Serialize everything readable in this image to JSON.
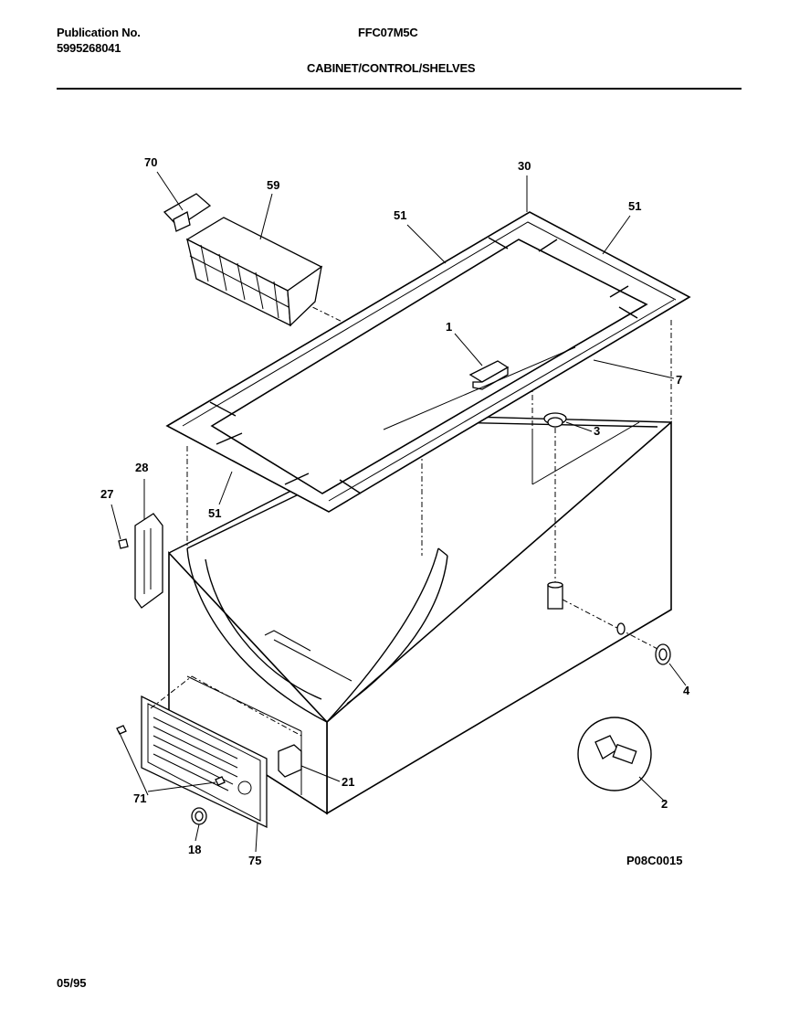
{
  "header": {
    "publication_label": "Publication No.",
    "publication_number": "5995268041",
    "model": "FFC07M5C",
    "section_title": "CABINET/CONTROL/SHELVES"
  },
  "footer": {
    "date": "05/95",
    "figure_code": "P08C0015"
  },
  "callouts": {
    "c1": "1",
    "c2": "2",
    "c3": "3",
    "c4": "4",
    "c7": "7",
    "c18": "18",
    "c21": "21",
    "c27": "27",
    "c28": "28",
    "c30": "30",
    "c51a": "51",
    "c51b": "51",
    "c51c": "51",
    "c59": "59",
    "c70": "70",
    "c71": "71",
    "c75": "75"
  }
}
